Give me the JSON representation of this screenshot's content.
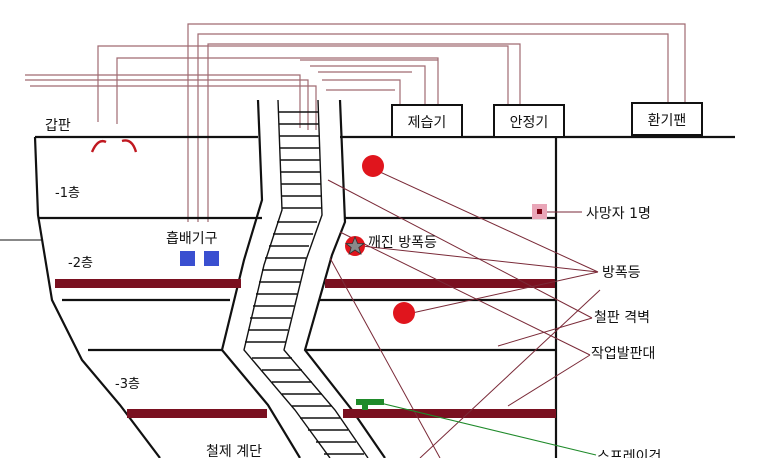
{
  "labels": {
    "deck": "갑판",
    "dehumidifier": "제습기",
    "stabilizer": "안정기",
    "ventilation_fan": "환기팬",
    "floor_1": "-1층",
    "floor_2": "-2층",
    "floor_3": "-3층",
    "exhaust_device": "흡배기구",
    "broken_explosion_proof_light": "깨진 방폭등",
    "fatality": "사망자 1명",
    "explosion_proof_light": "방폭등",
    "steel_bulkhead": "철판 격벽",
    "work_platform": "작업발판대",
    "steel_stairs": "철제 계단",
    "sprayer": "스프레이건"
  },
  "colors": {
    "hull_line": "#111111",
    "platform": "#7a1020",
    "pipe": "#a06a72",
    "leader": "#7a2a38",
    "lamp": "#e0151d",
    "exhaust": "#3a4fd0",
    "sprayer": "#1f8a2a",
    "fatality_marker": "#e9a6b8"
  }
}
